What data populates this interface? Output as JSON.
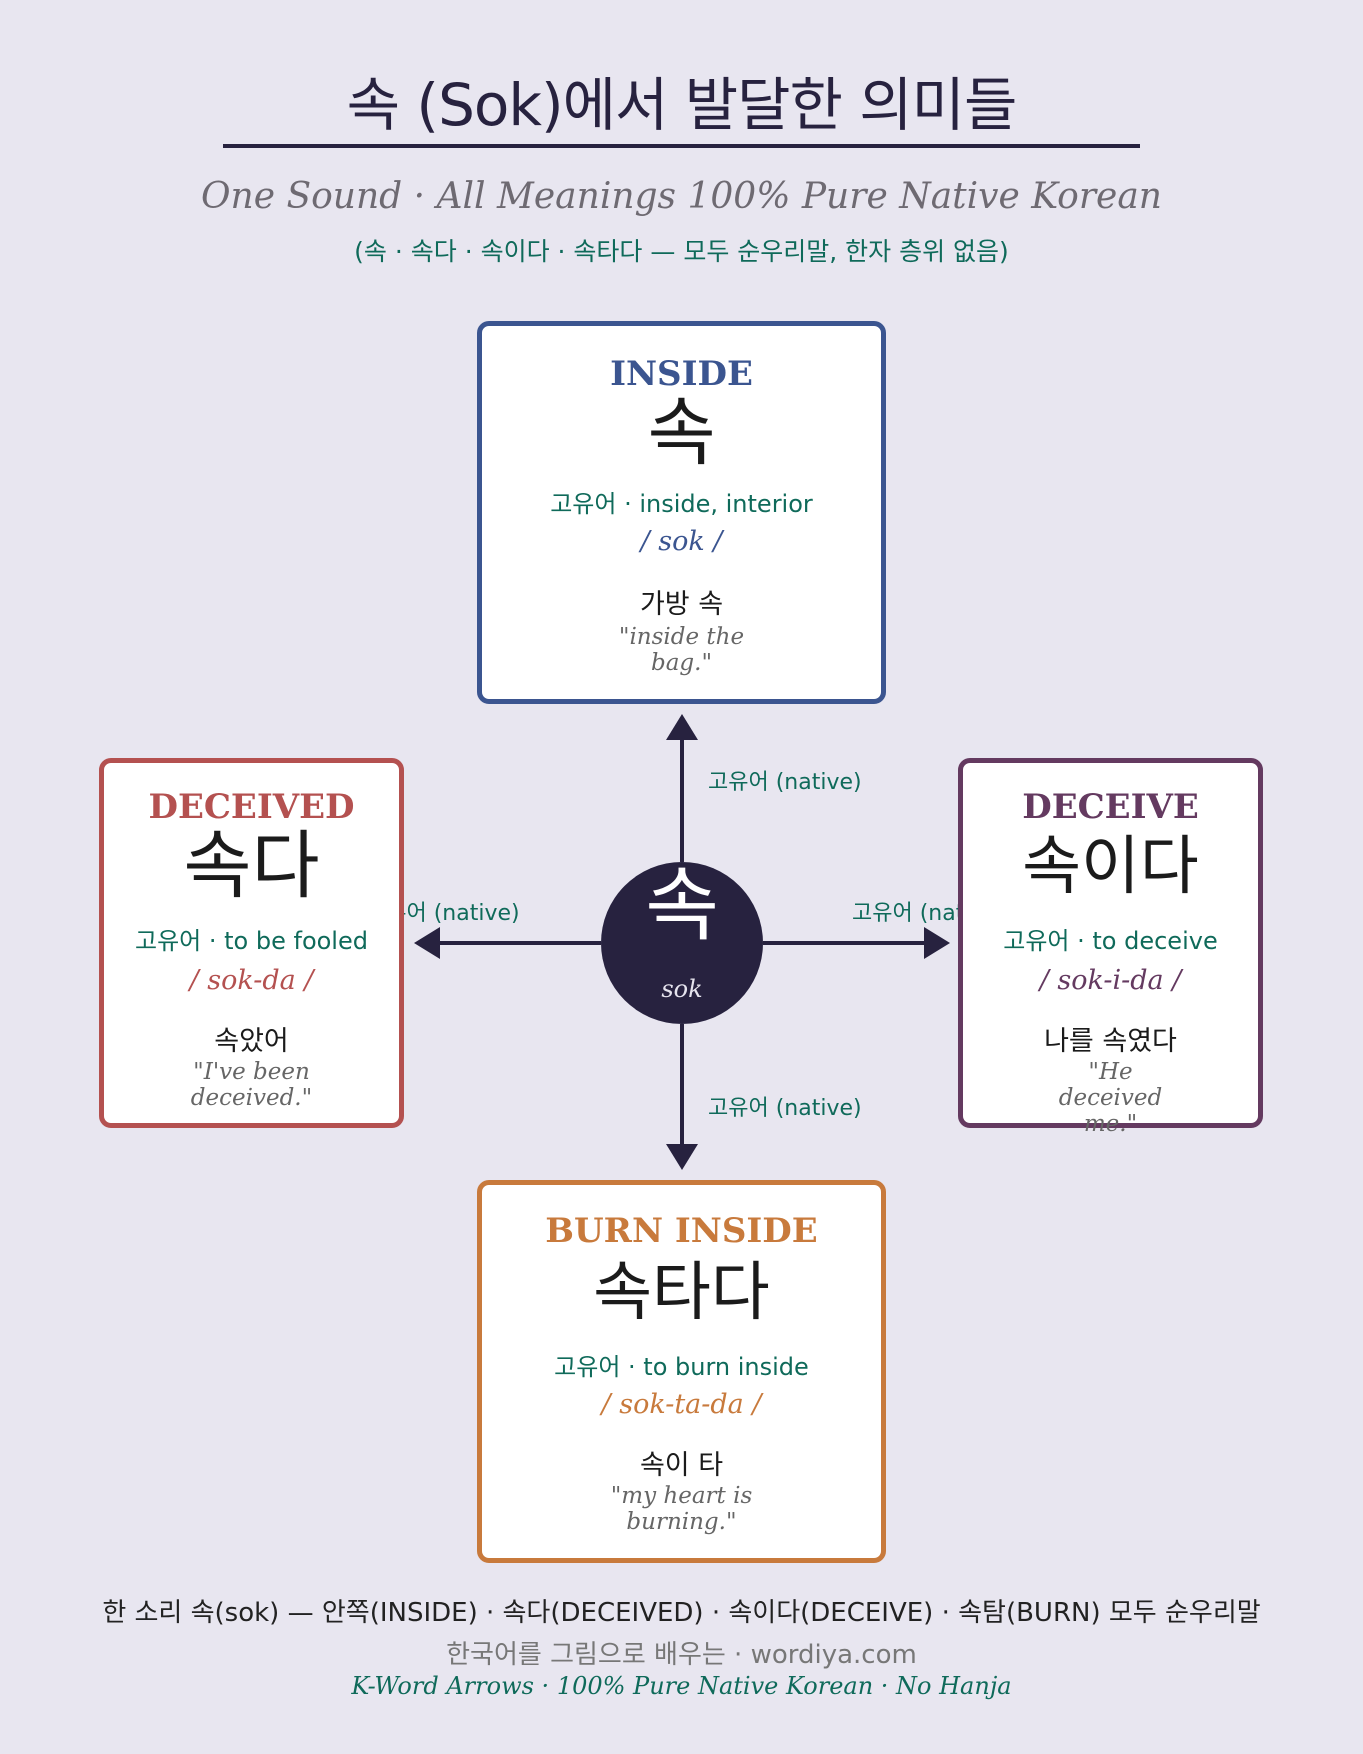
{
  "title": "속 (Sok)에서 발달한 의미들",
  "subtitle_en": "One Sound · All Meanings 100% Pure Native Korean",
  "subtitle_ko": "(속 · 속다 · 속이다 · 속타다 — 모두 순우리말, 한자 층위 없음)",
  "center": {
    "word": "속",
    "roman": "sok"
  },
  "arrow_labels": {
    "up": "고유어 (native)",
    "left": "고유어 (native)",
    "right": "고유어 (native)",
    "down": "고유어 (native)"
  },
  "cards": {
    "inside": {
      "label": "INSIDE",
      "word": "속",
      "gloss": "고유어 · inside, interior",
      "roman": "/ sok /",
      "example": "가방 속",
      "translation": "\"inside the bag.\"",
      "color": "#3b5590"
    },
    "deceived": {
      "label": "DECEIVED",
      "word": "속다",
      "gloss": "고유어 · to be fooled",
      "roman": "/ sok-da /",
      "example": "속았어",
      "translation": "\"I've been deceived.\"",
      "color": "#b45150"
    },
    "deceive": {
      "label": "DECEIVE",
      "word": "속이다",
      "gloss": "고유어 · to deceive",
      "roman": "/ sok-i-da /",
      "example": "나를 속였다",
      "translation": "\"He deceived me.\"",
      "color": "#643a60"
    },
    "burn": {
      "label": "BURN INSIDE",
      "word": "속타다",
      "gloss": "고유어 · to burn inside",
      "roman": "/ sok-ta-da /",
      "example": "속이 타",
      "translation": "\"my heart is burning.\"",
      "color": "#c87a3c"
    }
  },
  "footer": {
    "line1": "한 소리 속(sok) — 안쪽(INSIDE) · 속다(DECEIVED) · 속이다(DECEIVE) · 속탐(BURN) 모두 순우리말",
    "line2": "한국어를 그림으로 배우는 · wordiya.com",
    "line3": "K-Word Arrows · 100% Pure Native Korean · No Hanja"
  },
  "colors": {
    "background": "#e8e6f0",
    "ink": "#27223f",
    "native_green": "#0f6a5a"
  }
}
